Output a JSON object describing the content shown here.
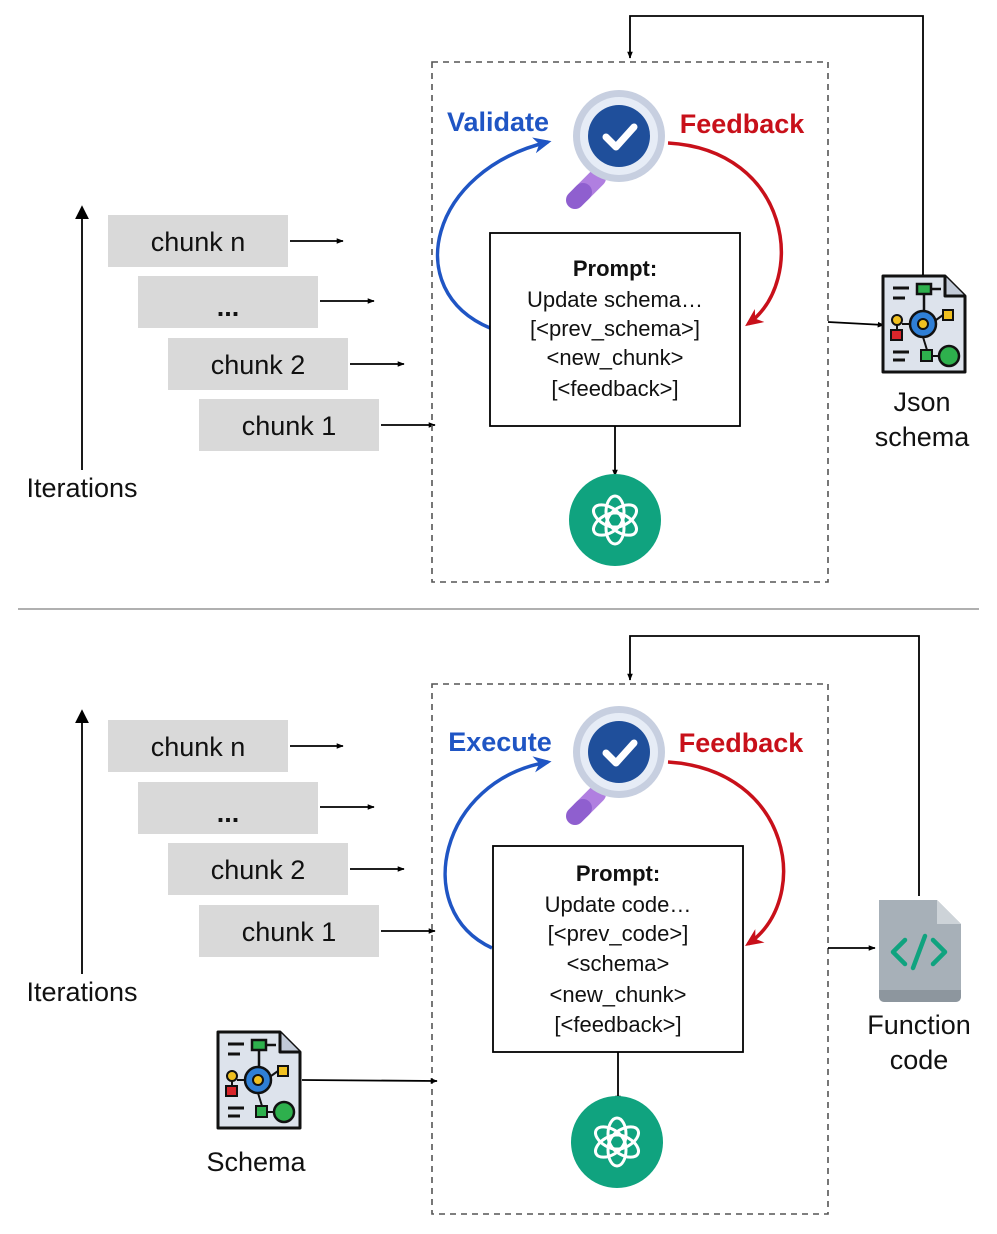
{
  "top": {
    "chunks": [
      "chunk n",
      "...",
      "chunk 2",
      "chunk 1"
    ],
    "iterations": "Iterations",
    "left_label": "Validate",
    "right_label": "Feedback",
    "prompt_title": "Prompt:",
    "prompt_lines": [
      "Update schema…",
      "[<prev_schema>]",
      "<new_chunk>",
      "[<feedback>]"
    ],
    "output_label": [
      "Json",
      "schema"
    ]
  },
  "bottom": {
    "chunks": [
      "chunk n",
      "...",
      "chunk 2",
      "chunk 1"
    ],
    "iterations": "Iterations",
    "left_label": "Execute",
    "right_label": "Feedback",
    "prompt_title": "Prompt:",
    "prompt_lines": [
      "Update code…",
      "[<prev_code>]",
      "<schema>",
      "<new_chunk>",
      "[<feedback>]"
    ],
    "output_label": [
      "Function",
      "code"
    ],
    "input_label": "Schema"
  },
  "icons": {
    "check": "magnifier-check-icon",
    "llm": "openai-logo-icon",
    "schema": "schema-document-icon",
    "code": "code-file-icon"
  },
  "colors": {
    "validate": "#1f55c4",
    "feedback": "#c8101a",
    "llm": "#10a37f",
    "chunk_fill": "#d9d9d9"
  }
}
